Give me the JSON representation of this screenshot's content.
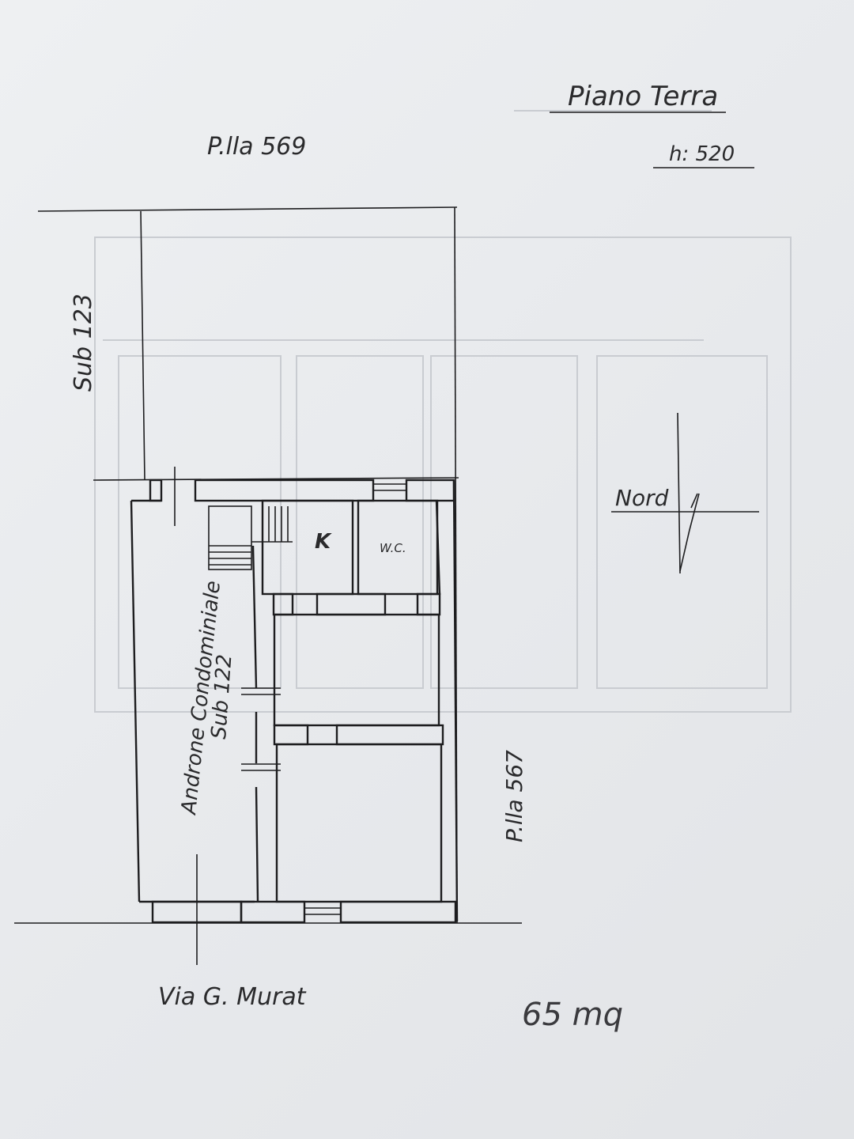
{
  "title": "Piano Terra",
  "height_label": "h: 520",
  "neighbors": {
    "top": "P.lla 569",
    "left": "Sub 123",
    "right": "P.lla 567"
  },
  "rooms": {
    "kitchen": "K",
    "bathroom": "W.C.",
    "hallway_name": "Androne Condominiale",
    "hallway_sub": "Sub 122"
  },
  "compass_label": "Nord",
  "street": "Via G. Murat",
  "area": "65 mq"
}
